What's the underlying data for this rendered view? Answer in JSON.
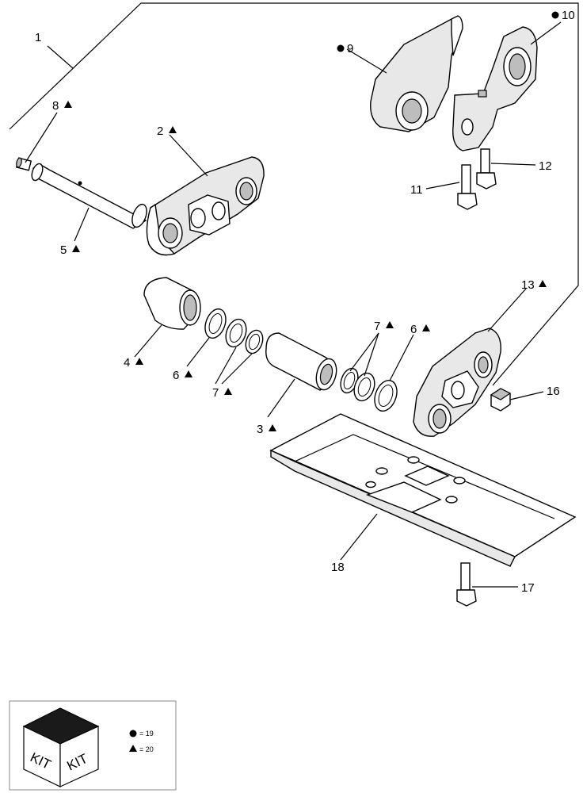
{
  "callouts": [
    {
      "id": "1",
      "text": "1",
      "marker": ""
    },
    {
      "id": "2",
      "text": "2",
      "marker": "triangle"
    },
    {
      "id": "3",
      "text": "3",
      "marker": "triangle"
    },
    {
      "id": "4",
      "text": "4",
      "marker": "triangle"
    },
    {
      "id": "5",
      "text": "5",
      "marker": "triangle"
    },
    {
      "id": "6a",
      "text": "6",
      "marker": "triangle"
    },
    {
      "id": "6b",
      "text": "6",
      "marker": "triangle"
    },
    {
      "id": "7a",
      "text": "7",
      "marker": "triangle"
    },
    {
      "id": "7b",
      "text": "7",
      "marker": "triangle"
    },
    {
      "id": "8",
      "text": "8",
      "marker": "triangle"
    },
    {
      "id": "9",
      "text": "9",
      "marker": "circle"
    },
    {
      "id": "10",
      "text": "10",
      "marker": "circle"
    },
    {
      "id": "11",
      "text": "11",
      "marker": ""
    },
    {
      "id": "12",
      "text": "12",
      "marker": ""
    },
    {
      "id": "13",
      "text": "13",
      "marker": "triangle"
    },
    {
      "id": "16",
      "text": "16",
      "marker": ""
    },
    {
      "id": "17",
      "text": "17",
      "marker": ""
    },
    {
      "id": "18",
      "text": "18",
      "marker": ""
    }
  ],
  "legend": {
    "kit_left": "KIT",
    "kit_right": "KIT",
    "circle_value": "= 19",
    "triangle_value": "= 20"
  },
  "colors": {
    "line": "#000000",
    "background": "#ffffff",
    "kit_top": "#1a1a1a"
  }
}
